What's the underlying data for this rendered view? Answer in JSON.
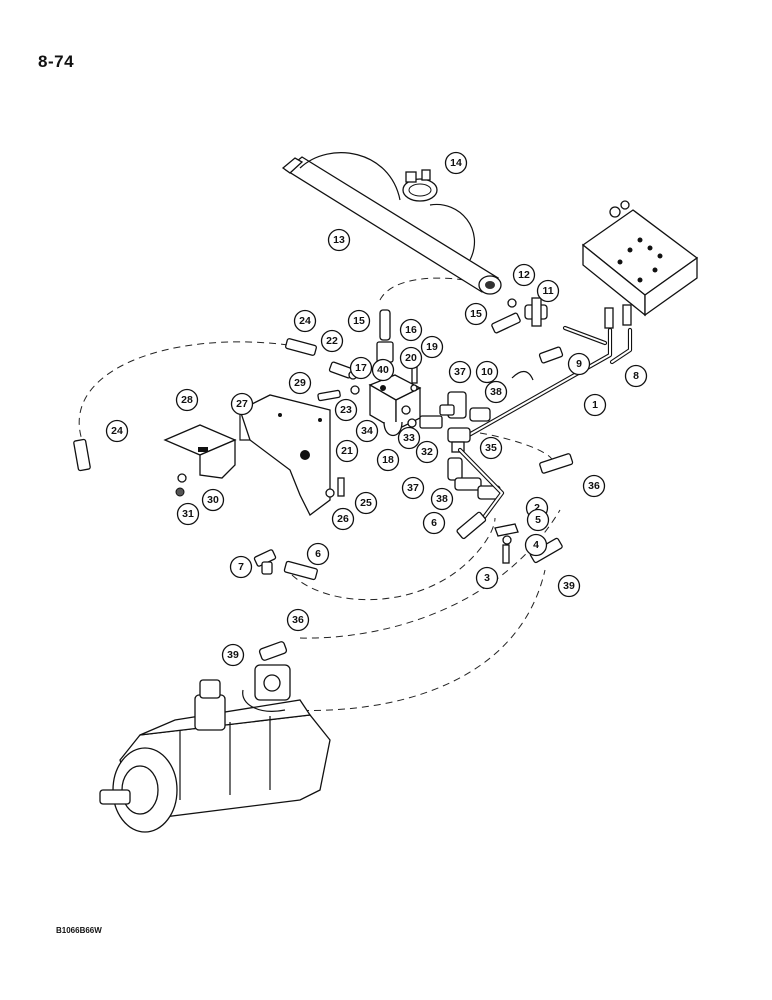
{
  "page": {
    "number": "8-74",
    "figure_code": "B1066B66W"
  },
  "callouts": [
    {
      "id": "c1",
      "label": "1"
    },
    {
      "id": "c2",
      "label": "2"
    },
    {
      "id": "c3",
      "label": "3"
    },
    {
      "id": "c4",
      "label": "4"
    },
    {
      "id": "c5",
      "label": "5"
    },
    {
      "id": "c6a",
      "label": "6"
    },
    {
      "id": "c6b",
      "label": "6"
    },
    {
      "id": "c7",
      "label": "7"
    },
    {
      "id": "c8",
      "label": "8"
    },
    {
      "id": "c9",
      "label": "9"
    },
    {
      "id": "c10",
      "label": "10"
    },
    {
      "id": "c11",
      "label": "11"
    },
    {
      "id": "c12",
      "label": "12"
    },
    {
      "id": "c13",
      "label": "13"
    },
    {
      "id": "c14",
      "label": "14"
    },
    {
      "id": "c15a",
      "label": "15"
    },
    {
      "id": "c15b",
      "label": "15"
    },
    {
      "id": "c16",
      "label": "16"
    },
    {
      "id": "c17",
      "label": "17"
    },
    {
      "id": "c18",
      "label": "18"
    },
    {
      "id": "c19",
      "label": "19"
    },
    {
      "id": "c20",
      "label": "20"
    },
    {
      "id": "c21",
      "label": "21"
    },
    {
      "id": "c22",
      "label": "22"
    },
    {
      "id": "c23",
      "label": "23"
    },
    {
      "id": "c24a",
      "label": "24"
    },
    {
      "id": "c24b",
      "label": "24"
    },
    {
      "id": "c25",
      "label": "25"
    },
    {
      "id": "c26",
      "label": "26"
    },
    {
      "id": "c27",
      "label": "27"
    },
    {
      "id": "c28",
      "label": "28"
    },
    {
      "id": "c29",
      "label": "29"
    },
    {
      "id": "c30",
      "label": "30"
    },
    {
      "id": "c31",
      "label": "31"
    },
    {
      "id": "c32",
      "label": "32"
    },
    {
      "id": "c33",
      "label": "33"
    },
    {
      "id": "c34",
      "label": "34"
    },
    {
      "id": "c35",
      "label": "35"
    },
    {
      "id": "c36a",
      "label": "36"
    },
    {
      "id": "c36b",
      "label": "36"
    },
    {
      "id": "c37a",
      "label": "37"
    },
    {
      "id": "c37b",
      "label": "37"
    },
    {
      "id": "c38a",
      "label": "38"
    },
    {
      "id": "c38b",
      "label": "38"
    },
    {
      "id": "c39a",
      "label": "39"
    },
    {
      "id": "c39b",
      "label": "39"
    },
    {
      "id": "c40",
      "label": "40"
    }
  ]
}
